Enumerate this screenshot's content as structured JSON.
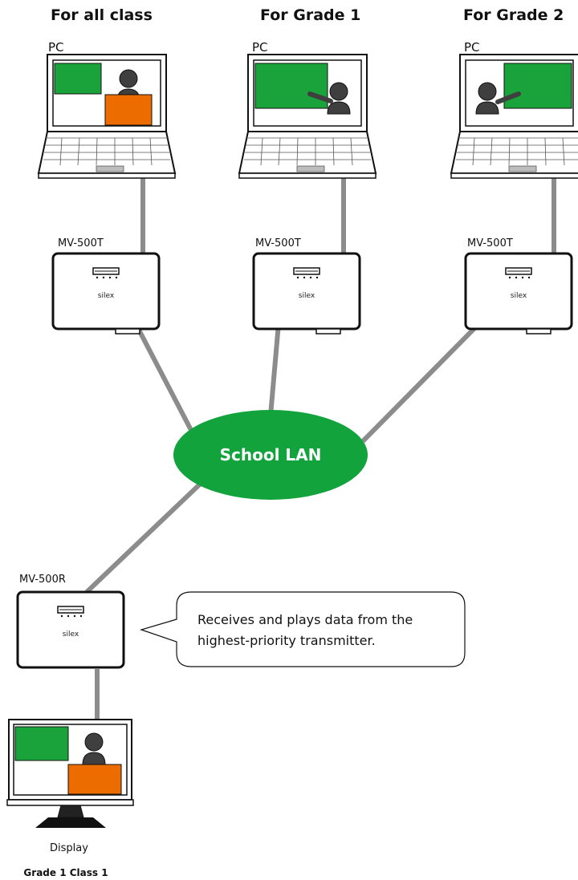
{
  "titles": {
    "all": "For all class",
    "grade1": "For Grade 1",
    "grade2": "For Grade 2"
  },
  "pc_label": "PC",
  "transmitter_label": "MV-500T",
  "receiver_label": "MV-500R",
  "device_brand": "silex",
  "network_label": "School LAN",
  "callout": {
    "line1": "Receives and plays data from the",
    "line2": "highest-priority transmitter."
  },
  "display_label": "Display",
  "display_location": "Grade 1 Class 1",
  "colors": {
    "board_green": "#1aa33a",
    "lan_green": "#12a33c",
    "desk_orange": "#ec6c00",
    "cable_gray": "#8c8c8c",
    "person_gray": "#3f3f3f"
  }
}
